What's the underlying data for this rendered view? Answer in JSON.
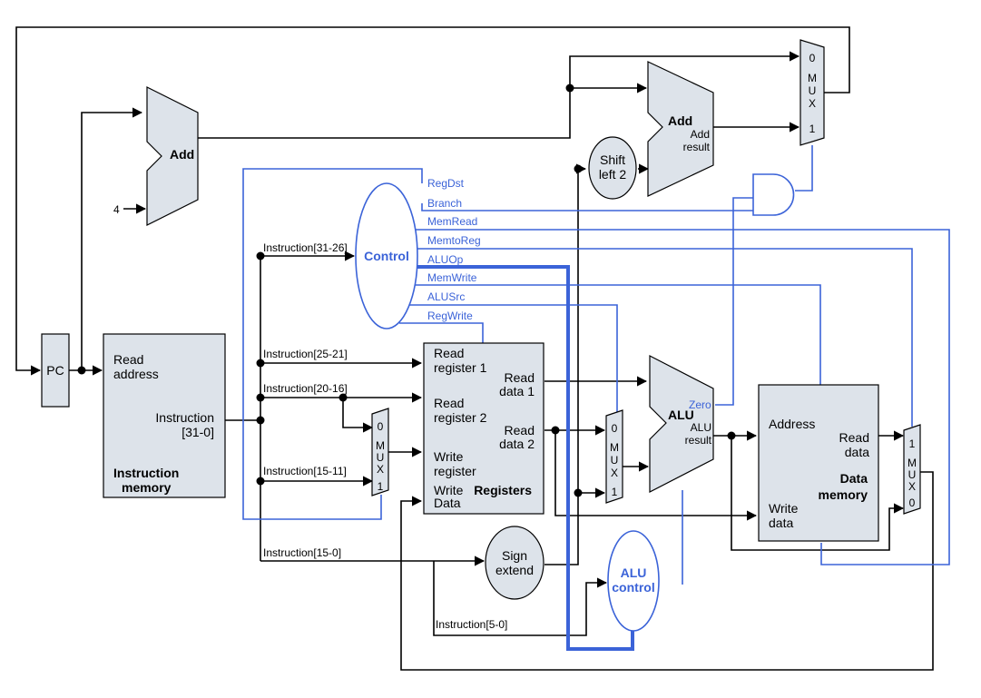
{
  "pc": {
    "label": "PC"
  },
  "four": "4",
  "adder_pc": {
    "label": "Add"
  },
  "adder_branch": {
    "label": "Add",
    "result_1": "Add",
    "result_2": "result"
  },
  "shift": {
    "line1": "Shift",
    "line2": "left 2"
  },
  "mux_letters": [
    "M",
    "U",
    "X"
  ],
  "mux_top": {
    "in0": "0",
    "in1": "1"
  },
  "mux_reg": {
    "in0": "0",
    "in1": "1"
  },
  "mux_alu": {
    "in0": "0",
    "in1": "1"
  },
  "mux_mem": {
    "in0": "1",
    "in1": "0"
  },
  "control": {
    "label": "Control",
    "signals": [
      "RegDst",
      "Branch",
      "MemRead",
      "MemtoReg",
      "ALUOp",
      "MemWrite",
      "ALUSrc",
      "RegWrite"
    ]
  },
  "instr_mem": {
    "read_1": "Read",
    "read_2": "address",
    "instr_1": "Instruction",
    "instr_2": "[31-0]",
    "title_1": "Instruction",
    "title_2": "memory"
  },
  "fields": {
    "f31_26": "Instruction[31-26]",
    "f25_21": "Instruction[25-21]",
    "f20_16": "Instruction[20-16]",
    "f15_11": "Instruction[15-11]",
    "f15_0": "Instruction[15-0]",
    "f5_0": "Instruction[5-0]"
  },
  "registers": {
    "rr1_1": "Read",
    "rr1_2": "register 1",
    "rr2_1": "Read",
    "rr2_2": "register 2",
    "wr_1": "Write",
    "wr_2": "register",
    "wd_1": "Write",
    "wd_2": "Data",
    "rd1_1": "Read",
    "rd1_2": "data 1",
    "rd2_1": "Read",
    "rd2_2": "data 2",
    "title": "Registers"
  },
  "alu": {
    "label": "ALU",
    "zero": "Zero",
    "result_1": "ALU",
    "result_2": "result"
  },
  "sign_extend": {
    "line1": "Sign",
    "line2": "extend"
  },
  "alu_control": {
    "line1": "ALU",
    "line2": "control"
  },
  "data_mem": {
    "address": "Address",
    "read_1": "Read",
    "read_2": "data",
    "write_1": "Write",
    "write_2": "data",
    "title_1": "Data",
    "title_2": "memory"
  }
}
